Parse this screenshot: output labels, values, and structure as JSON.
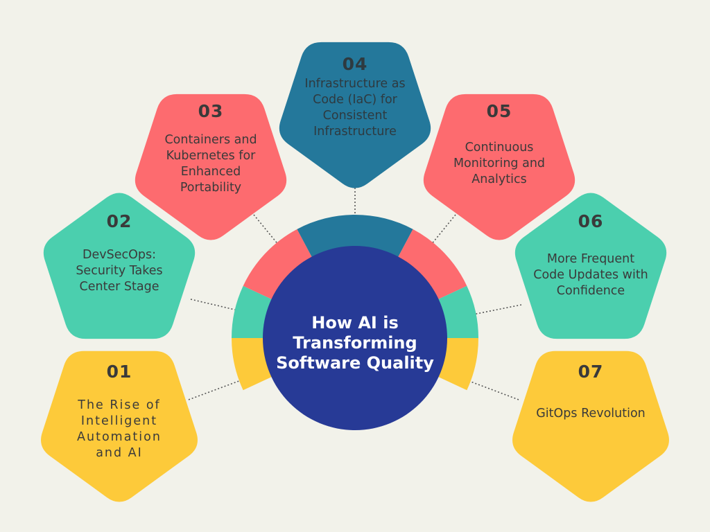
{
  "title": "How AI is Transforming Software Quality",
  "colors": {
    "background": "#f2f2ea",
    "yellow": "#fdca3a",
    "green": "#4bcfae",
    "red": "#fd6b6f",
    "blue": "#24789b",
    "center": "#273a96",
    "dots": "#555555"
  },
  "items": [
    {
      "number": "01",
      "text": "The Rise of Intelligent Automation and AI",
      "color": "yellow"
    },
    {
      "number": "02",
      "text": "DevSecOps: Security Takes Center Stage",
      "color": "green"
    },
    {
      "number": "03",
      "text": "Containers and Kubernetes for Enhanced Portability",
      "color": "red"
    },
    {
      "number": "04",
      "text": "Infrastructure as Code (IaC) for Consistent Infrastructure",
      "color": "blue"
    },
    {
      "number": "05",
      "text": "Continuous Monitoring and Analytics",
      "color": "red"
    },
    {
      "number": "06",
      "text": "More Frequent Code Updates with Confidence",
      "color": "green"
    },
    {
      "number": "07",
      "text": "GitOps Revolution",
      "color": "yellow"
    }
  ]
}
